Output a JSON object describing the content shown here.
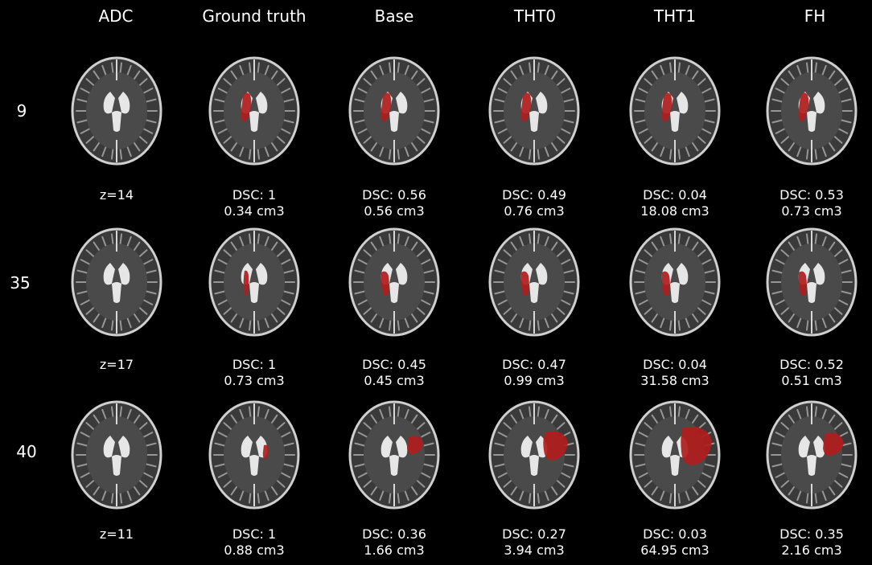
{
  "column_headers": [
    "ADC",
    "Ground truth",
    "Base",
    "THT0",
    "THT1",
    "FH"
  ],
  "rows": [
    {
      "label": "9",
      "adc_caption": "z=14",
      "results": [
        {
          "line1": "DSC: 1",
          "line2": "0.34 cm3"
        },
        {
          "line1": "DSC: 0.56",
          "line2": "0.56 cm3"
        },
        {
          "line1": "DSC: 0.49",
          "line2": "0.76 cm3"
        },
        {
          "line1": "DSC: 0.04",
          "line2": "18.08 cm3"
        },
        {
          "line1": "DSC: 0.53",
          "line2": "0.73 cm3"
        }
      ]
    },
    {
      "label": "35",
      "adc_caption": "z=17",
      "results": [
        {
          "line1": "DSC: 1",
          "line2": "0.73 cm3"
        },
        {
          "line1": "DSC: 0.45",
          "line2": "0.45 cm3"
        },
        {
          "line1": "DSC: 0.47",
          "line2": "0.99 cm3"
        },
        {
          "line1": "DSC: 0.04",
          "line2": "31.58 cm3"
        },
        {
          "line1": "DSC: 0.52",
          "line2": "0.51 cm3"
        }
      ]
    },
    {
      "label": "40",
      "adc_caption": "z=11",
      "results": [
        {
          "line1": "DSC: 1",
          "line2": "0.88 cm3"
        },
        {
          "line1": "DSC: 0.36",
          "line2": "1.66 cm3"
        },
        {
          "line1": "DSC: 0.27",
          "line2": "3.94 cm3"
        },
        {
          "line1": "DSC: 0.03",
          "line2": "64.95 cm3"
        },
        {
          "line1": "DSC: 0.35",
          "line2": "2.16 cm3"
        }
      ]
    }
  ],
  "colors": {
    "background": "#000000",
    "lesion_overlay": "#b01c1c",
    "text": "#ffffff"
  }
}
